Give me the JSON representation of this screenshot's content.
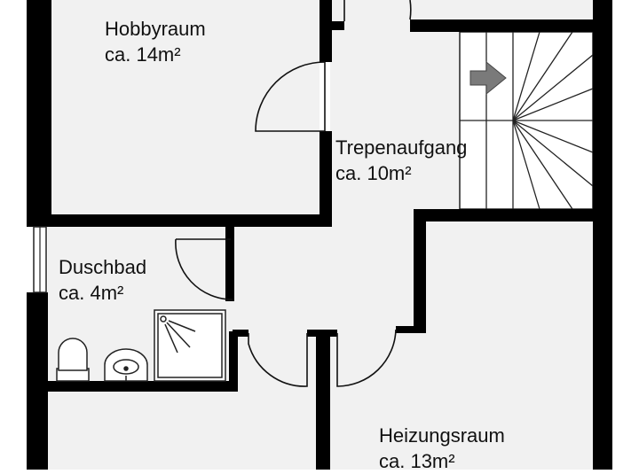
{
  "colors": {
    "background": "#ffffff",
    "floor": "#f1f1f1",
    "wall": "#000000",
    "line": "#222222",
    "arrow": "#7a7a7a"
  },
  "rooms": [
    {
      "id": "hobbyraum",
      "name": "Hobbyraum",
      "area": "ca. 14m²"
    },
    {
      "id": "treppenaufgang",
      "name": "Trepenaufgang",
      "area": "ca. 10m²"
    },
    {
      "id": "duschbad",
      "name": "Duschbad",
      "area": "ca. 4m²"
    },
    {
      "id": "heizungsraum",
      "name": "Heizungsraum",
      "area": "ca. 13m²"
    }
  ],
  "icons": {
    "stair_direction": "arrow-right-icon",
    "toilet": "toilet-icon",
    "sink": "sink-icon",
    "shower": "shower-icon"
  }
}
